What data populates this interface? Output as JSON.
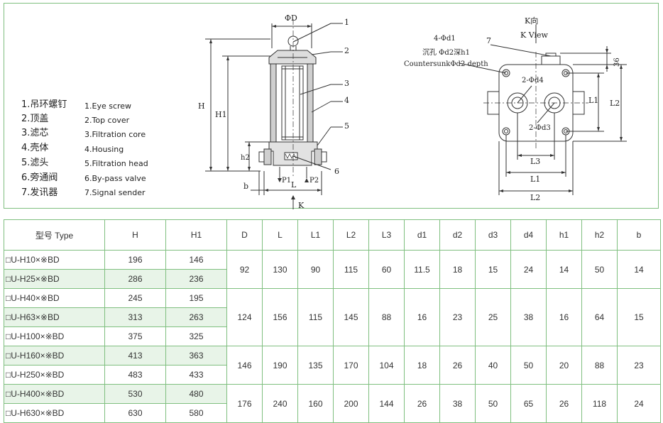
{
  "legend": [
    {
      "cn": "1.吊环螺钉",
      "en": "1.Eye screw"
    },
    {
      "cn": "2.顶盖",
      "en": "2.Top cover"
    },
    {
      "cn": "3.滤芯",
      "en": "3.Filtration core"
    },
    {
      "cn": "4.壳体",
      "en": "4.Housing"
    },
    {
      "cn": "5.滤头",
      "en": "5.Filtration head"
    },
    {
      "cn": "6.旁通阀",
      "en": "6.By-pass valve"
    },
    {
      "cn": "7.发讯器",
      "en": "7.Signal sender"
    }
  ],
  "front_view": {
    "dim_D": "ΦD",
    "dim_H": "H",
    "dim_H1": "H1",
    "dim_h2": "h2",
    "dim_b": "b",
    "dim_L": "L",
    "port_P1": "P1",
    "port_P2": "P2",
    "view_arrow": "K",
    "callouts": [
      "1",
      "2",
      "3",
      "4",
      "5",
      "6"
    ]
  },
  "side_view": {
    "callout_7": "7",
    "k_dir_cn": "K向",
    "k_view_en": "K View",
    "holes_label": "4-Φd1",
    "countersunk_cn": "沉孔 Φd2深h1",
    "countersunk_en": "CountersunkΦd2 depth",
    "label_d4": "2-Φd4",
    "label_d3": "2-Φd3",
    "dim_36": "36",
    "dim_L1_v": "L1",
    "dim_L2_v": "L2",
    "dim_L3": "L3",
    "dim_L1_h": "L1",
    "dim_L2_h": "L2"
  },
  "table": {
    "headers": [
      "型号 Type",
      "H",
      "H1",
      "D",
      "L",
      "L1",
      "L2",
      "L3",
      "d1",
      "d2",
      "d3",
      "d4",
      "h1",
      "h2",
      "b"
    ],
    "rows": [
      {
        "model": "□U-H10×※BD",
        "H": "196",
        "H1": "146"
      },
      {
        "model": "□U-H25×※BD",
        "H": "286",
        "H1": "236"
      },
      {
        "model": "□U-H40×※BD",
        "H": "245",
        "H1": "195"
      },
      {
        "model": "□U-H63×※BD",
        "H": "313",
        "H1": "263"
      },
      {
        "model": "□U-H100×※BD",
        "H": "375",
        "H1": "325"
      },
      {
        "model": "□U-H160×※BD",
        "H": "413",
        "H1": "363"
      },
      {
        "model": "□U-H250×※BD",
        "H": "483",
        "H1": "433"
      },
      {
        "model": "□U-H400×※BD",
        "H": "530",
        "H1": "480"
      },
      {
        "model": "□U-H630×※BD",
        "H": "630",
        "H1": "580"
      }
    ],
    "groups": [
      {
        "D": "92",
        "L": "130",
        "L1": "90",
        "L2": "115",
        "L3": "60",
        "d1": "11.5",
        "d2": "18",
        "d3": "15",
        "d4": "24",
        "h1": "14",
        "h2": "50",
        "b": "14"
      },
      {
        "D": "124",
        "L": "156",
        "L1": "115",
        "L2": "145",
        "L3": "88",
        "d1": "16",
        "d2": "23",
        "d3": "25",
        "d4": "38",
        "h1": "16",
        "h2": "64",
        "b": "15"
      },
      {
        "D": "146",
        "L": "190",
        "L1": "135",
        "L2": "170",
        "L3": "104",
        "d1": "18",
        "d2": "26",
        "d3": "40",
        "d4": "50",
        "h1": "20",
        "h2": "88",
        "b": "23"
      },
      {
        "D": "176",
        "L": "240",
        "L1": "160",
        "L2": "200",
        "L3": "144",
        "d1": "26",
        "d2": "38",
        "d3": "50",
        "d4": "65",
        "h1": "26",
        "h2": "118",
        "b": "24"
      }
    ]
  }
}
